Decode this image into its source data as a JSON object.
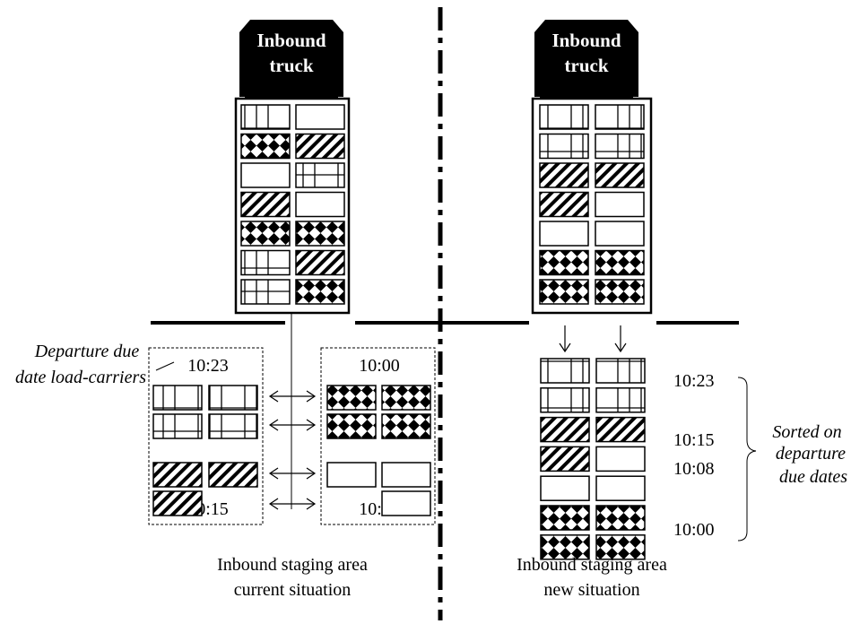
{
  "trucks": {
    "left": {
      "line1": "Inbound",
      "line2": "truck"
    },
    "right": {
      "line1": "Inbound",
      "line2": "truck"
    }
  },
  "annotation": {
    "departure_line1": "Departure due",
    "departure_line2": "date load-carriers"
  },
  "staging_current": {
    "left_top_time": "10:23",
    "left_bottom_time": "10:15",
    "right_top_time": "10:00",
    "right_bottom_time": "10:08",
    "caption_line1": "Inbound staging area",
    "caption_line2": "current situation"
  },
  "staging_new": {
    "times": [
      "10:23",
      "10:15",
      "10:08",
      "10:00"
    ],
    "caption_line1": "Inbound staging area",
    "caption_line2": "new situation"
  },
  "sorted_label": {
    "line1": "Sorted on",
    "line2": "departure",
    "line3": "due dates"
  },
  "truck_loads": {
    "left": [
      [
        "grid",
        "empty"
      ],
      [
        "diamond",
        "stripe"
      ],
      [
        "empty",
        "grid"
      ],
      [
        "stripe",
        "empty"
      ],
      [
        "diamond",
        "diamond"
      ],
      [
        "grid",
        "stripe"
      ],
      [
        "grid",
        "diamond"
      ]
    ],
    "right": [
      [
        "grid",
        "grid"
      ],
      [
        "grid",
        "grid"
      ],
      [
        "stripe",
        "stripe"
      ],
      [
        "stripe",
        "empty"
      ],
      [
        "empty",
        "empty"
      ],
      [
        "diamond",
        "diamond"
      ],
      [
        "diamond",
        "diamond"
      ]
    ]
  },
  "staging_loads": {
    "current_left": [
      [
        "grid",
        "grid"
      ],
      [
        "grid",
        "grid"
      ],
      [
        "stripe",
        "stripe"
      ],
      [
        "stripe"
      ]
    ],
    "current_right": [
      [
        "diamond",
        "diamond"
      ],
      [
        "diamond",
        "diamond"
      ],
      [
        "empty",
        "empty"
      ],
      [
        null,
        "empty"
      ]
    ],
    "new": [
      [
        "grid",
        "grid"
      ],
      [
        "grid",
        "grid"
      ],
      [
        "stripe",
        "stripe"
      ],
      [
        "stripe",
        "empty"
      ],
      [
        "empty",
        "empty"
      ],
      [
        "diamond",
        "diamond"
      ],
      [
        "diamond",
        "diamond"
      ]
    ]
  }
}
